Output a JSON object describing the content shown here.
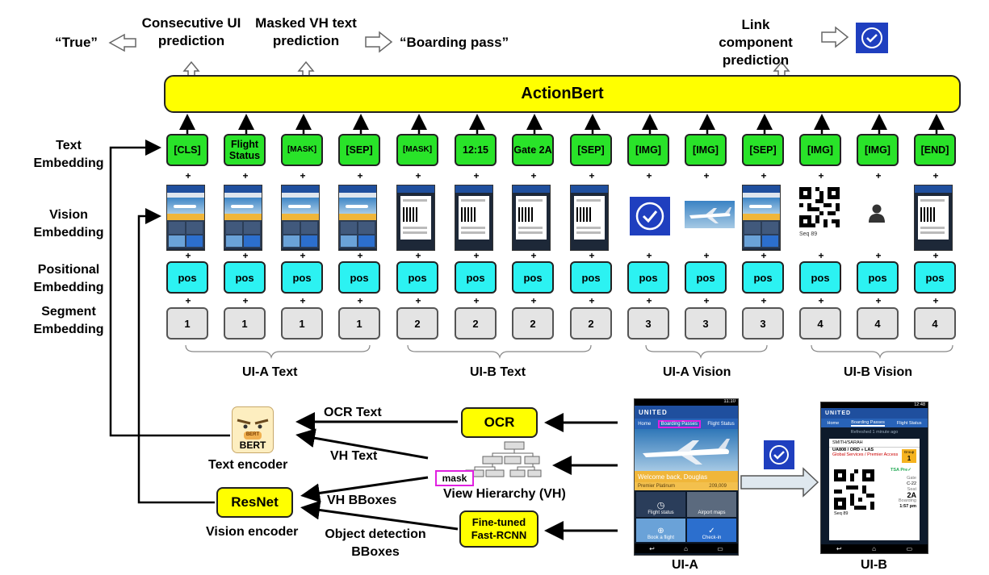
{
  "outputs": {
    "true_label": "“True”",
    "consecutive_ui": "Consecutive UI prediction",
    "masked_vh": "Masked VH text prediction",
    "boarding_pass": "“Boarding pass”",
    "link_component": "Link component prediction"
  },
  "model": {
    "name": "ActionBert"
  },
  "row_labels": {
    "text_embedding": "Text Embedding",
    "vision_embedding": "Vision Embedding",
    "positional_embedding": "Positional Embedding",
    "segment_embedding": "Segment Embedding"
  },
  "tokens": [
    "[CLS]",
    "Flight Status",
    "[MASK]",
    "[SEP]",
    "[MASK]",
    "12:15",
    "Gate 2A",
    "[SEP]",
    "[IMG]",
    "[IMG]",
    "[SEP]",
    "[IMG]",
    "[IMG]",
    "[END]"
  ],
  "positional": [
    "pos",
    "pos",
    "pos",
    "pos",
    "pos",
    "pos",
    "pos",
    "pos",
    "pos",
    "pos",
    "pos",
    "pos",
    "pos",
    "pos"
  ],
  "segments": [
    "1",
    "1",
    "1",
    "1",
    "2",
    "2",
    "2",
    "2",
    "3",
    "3",
    "3",
    "4",
    "4",
    "4"
  ],
  "plus": "+",
  "groups": {
    "ui_a_text": "UI-A Text",
    "ui_b_text": "UI-B Text",
    "ui_a_vision": "UI-A Vision",
    "ui_b_vision": "UI-B Vision"
  },
  "pipeline": {
    "ocr": "OCR",
    "ocr_text": "OCR Text",
    "vh_text": "VH Text",
    "vh_bboxes": "VH BBoxes",
    "od_bboxes": "Object detection BBoxes",
    "fast_rcnn": "Fine-tuned Fast-RCNN",
    "resnet": "ResNet",
    "vision_encoder": "Vision encoder",
    "bert_badge": "BERT",
    "bert_face": "BERT",
    "text_encoder": "Text encoder",
    "view_hierarchy": "View Hierarchy (VH)",
    "mask": "mask",
    "ui_a": "UI-A",
    "ui_b": "UI-B"
  },
  "phone_a": {
    "time": "11:10",
    "brand": "UNITED",
    "tabs": [
      "Home",
      "Boarding Passes",
      "Flight Status"
    ],
    "welcome": "Welcome back, Douglas",
    "status": "Premier Platinum",
    "miles": "209,009",
    "tiles": [
      "Flight status",
      "Airport maps",
      "Book a flight",
      "Check-in"
    ]
  },
  "phone_b": {
    "time": "12:48",
    "brand": "UNITED",
    "tabs": [
      "Home",
      "Boarding Passes",
      "Flight Status"
    ],
    "refreshed": "Refreshed 1 minute ago",
    "name": "SMITH/SARAH",
    "route": "UA808 / ORD » LAS",
    "services": "Global Services / Premier Access",
    "group_label": "Group",
    "group": "1",
    "gate_label": "Gate",
    "gate": "C-22",
    "seat_label": "Seat",
    "seat": "2A",
    "board_label": "Boarding",
    "board": "1:57 pm",
    "seq": "Seq 89",
    "tsa": "TSA Pre✓"
  },
  "colors": {
    "model_fill": "#ffff00",
    "token_fill": "#29e329",
    "pos_fill": "#2cf2f2",
    "segment_fill": "#e4e4e4",
    "mask_border": "#e020e0",
    "check_blue": "#1f3fbf"
  }
}
